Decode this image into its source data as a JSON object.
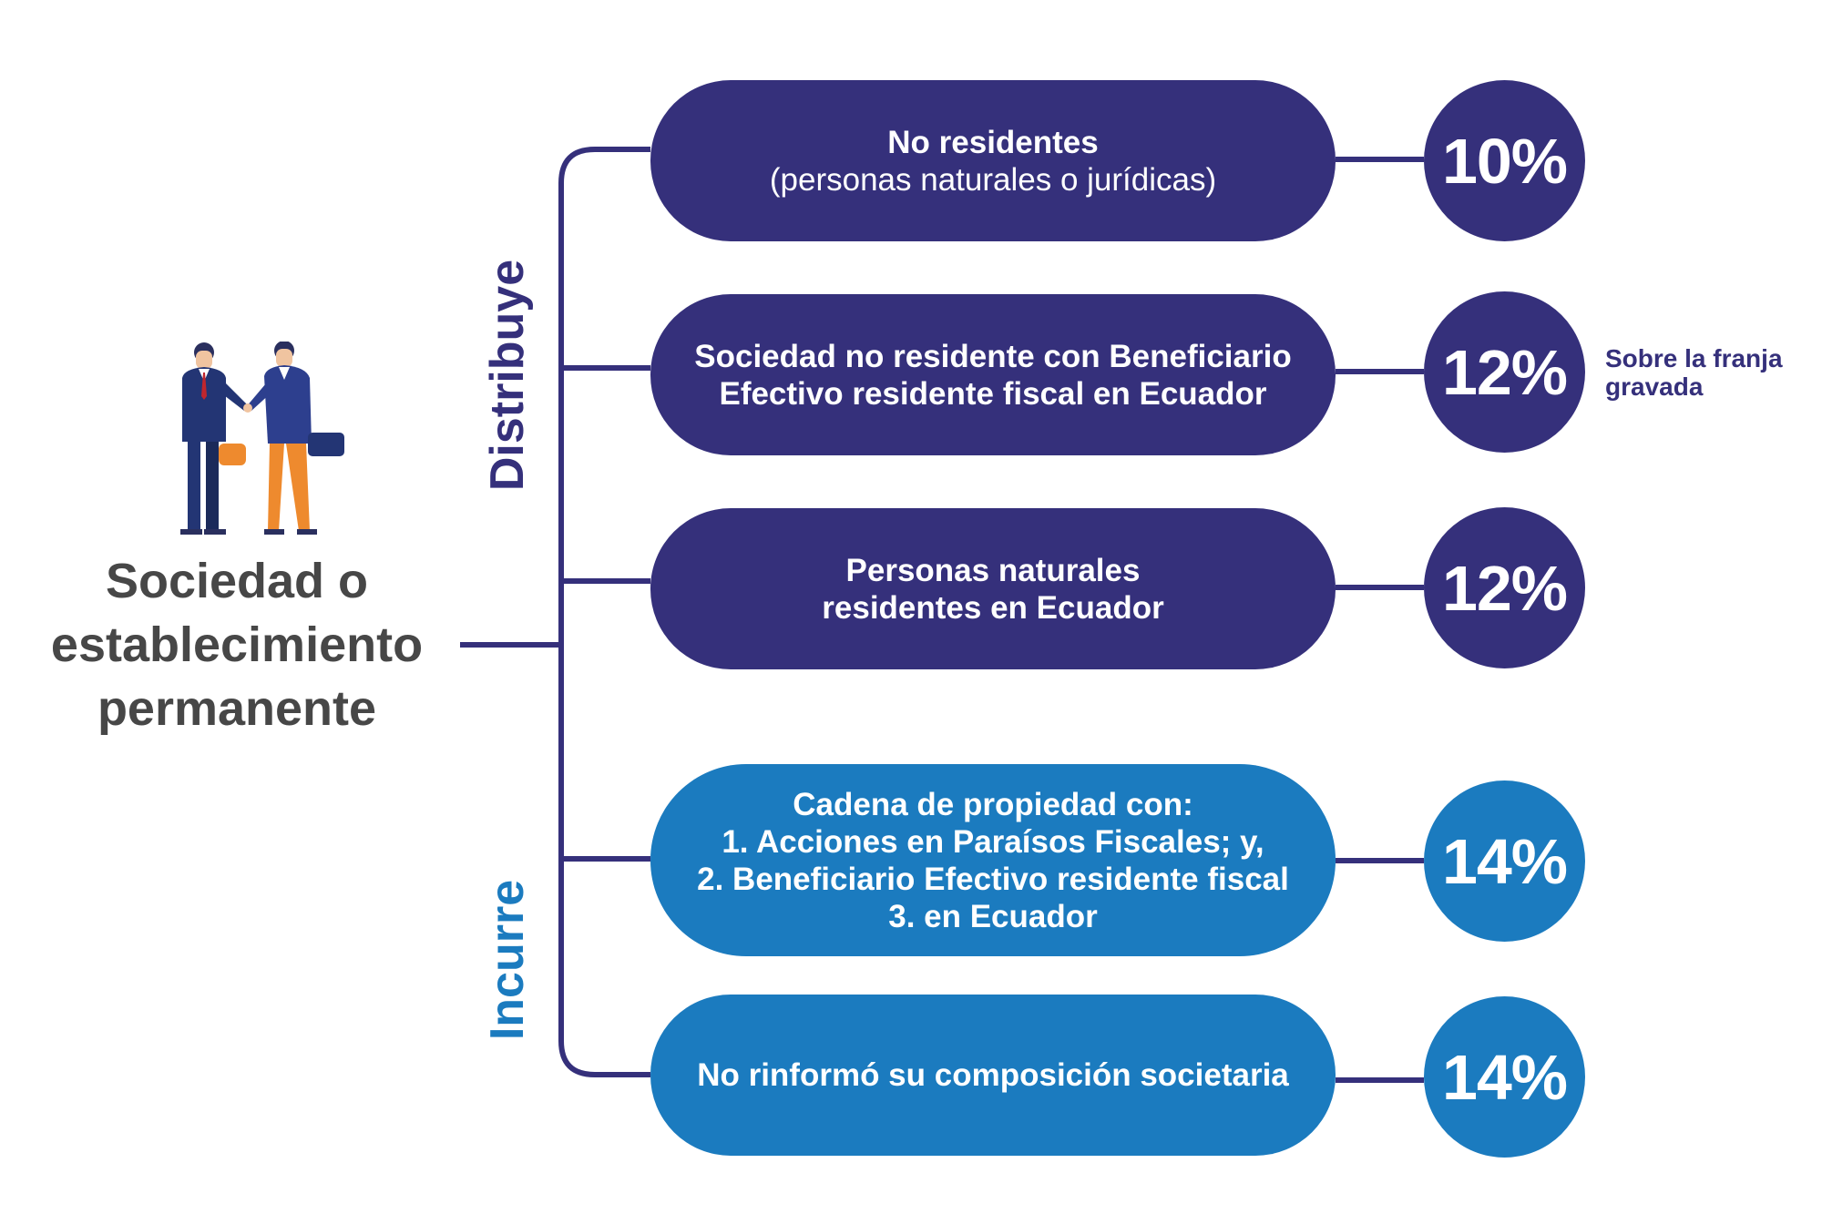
{
  "entity": {
    "lines": [
      "Sociedad o",
      "establecimiento",
      "permanente"
    ]
  },
  "groups": {
    "distribuye": "Distribuye",
    "incurre": "Incurre"
  },
  "branches": [
    {
      "title": "No residentes",
      "subtitle": "(personas naturales o jurídicas)",
      "rate": "10%"
    },
    {
      "title": "Sociedad no residente con Beneficiario Efectivo residente fiscal en Ecuador",
      "rate": "12%",
      "note": [
        "Sobre la franja",
        "gravada"
      ]
    },
    {
      "title": "Personas naturales residentes en Ecuador",
      "rate": "12%"
    },
    {
      "title": "Cadena de propiedad con:",
      "items": [
        "1.  Acciones en Paraísos Fiscales; y,",
        "2.  Beneficiario Efectivo residente fiscal",
        "3.  en Ecuador"
      ],
      "rate": "14%"
    },
    {
      "title": "No rinformó su composición societaria",
      "rate": "14%"
    }
  ],
  "colors": {
    "dark": "#35307b",
    "light": "#1b7bbf",
    "entity_text": "#474747"
  },
  "icons": [
    "handshake-people-icon"
  ]
}
